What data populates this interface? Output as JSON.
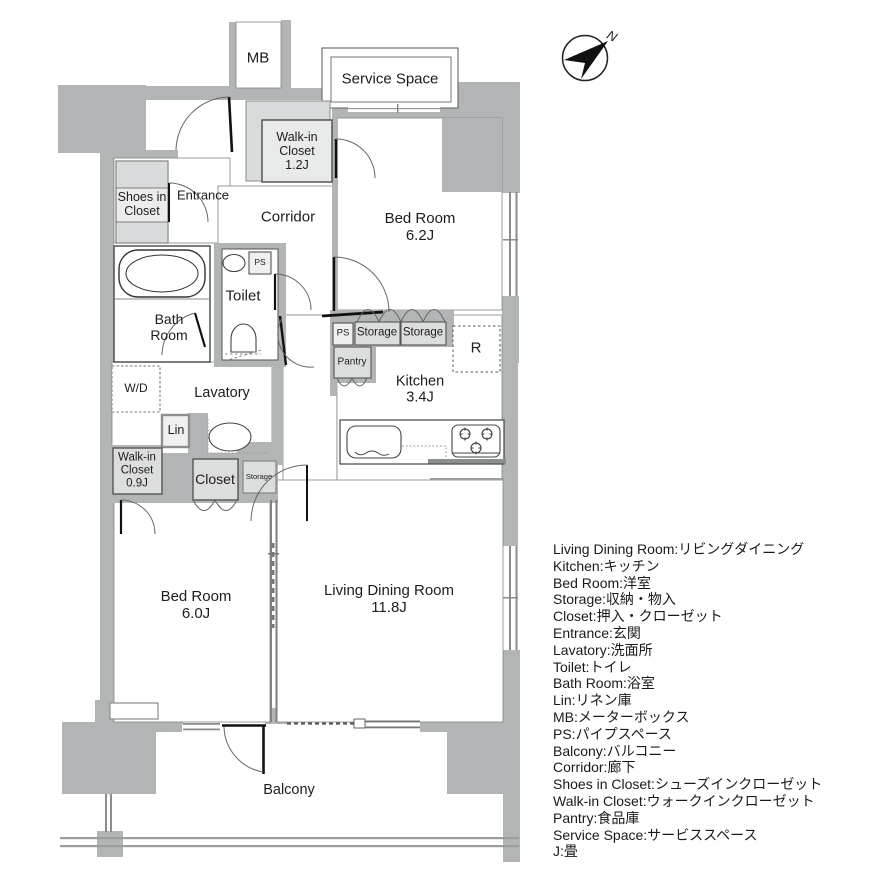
{
  "rooms": {
    "mb": {
      "label": "MB"
    },
    "service_space": {
      "label": "Service Space"
    },
    "walk_in_closet_north": {
      "label": "Walk-in Closet",
      "size": "1.2J"
    },
    "bed_room_north": {
      "label": "Bed Room",
      "size": "6.2J"
    },
    "shoes_in_closet": {
      "label": "Shoes in Closet"
    },
    "entrance": {
      "label": "Entrance"
    },
    "corridor": {
      "label": "Corridor"
    },
    "bath_room": {
      "label": "Bath Room"
    },
    "toilet": {
      "label": "Toilet"
    },
    "ps_toilet": {
      "label": "PS"
    },
    "wd": {
      "label": "W/D"
    },
    "lavatory": {
      "label": "Lavatory"
    },
    "lin": {
      "label": "Lin"
    },
    "walk_in_closet_south": {
      "label": "Walk-in Closet",
      "size": "0.9J"
    },
    "closet": {
      "label": "Closet"
    },
    "storage_hall": {
      "label": "Storage"
    },
    "ps_kitchen": {
      "label": "PS"
    },
    "storage_1": {
      "label": "Storage"
    },
    "storage_2": {
      "label": "Storage"
    },
    "pantry": {
      "label": "Pantry"
    },
    "refrigerator": {
      "label": "R"
    },
    "kitchen": {
      "label": "Kitchen",
      "size": "3.4J"
    },
    "bed_room_south": {
      "label": "Bed Room",
      "size": "6.0J"
    },
    "living_dining": {
      "label": "Living Dining Room",
      "size": "11.8J"
    },
    "balcony": {
      "label": "Balcony"
    }
  },
  "compass": {
    "label": "N"
  },
  "legend": {
    "items": [
      "Living Dining Room:リビングダイニング",
      "Kitchen:キッチン",
      "Bed Room:洋室",
      "Storage:収納・物入",
      "Closet:押入・クローゼット",
      "Entrance:玄関",
      "Lavatory:洗面所",
      "Toilet:トイレ",
      "Bath Room:浴室",
      "Lin:リネン庫",
      "MB:メーターボックス",
      "PS:パイプスペース",
      "Balcony:バルコニー",
      "Corridor:廊下",
      "Shoes in Closet:シューズインクローゼット",
      "Walk-in Closet:ウォークインクローゼット",
      "Pantry:食品庫",
      "Service Space:サービススペース",
      "J:畳"
    ]
  },
  "colors": {
    "wall": "#b1b5b5",
    "closet_fill": "#dcdede",
    "box_fill": "#e9eaea",
    "line_dark": "#444444",
    "door": "#111111"
  }
}
